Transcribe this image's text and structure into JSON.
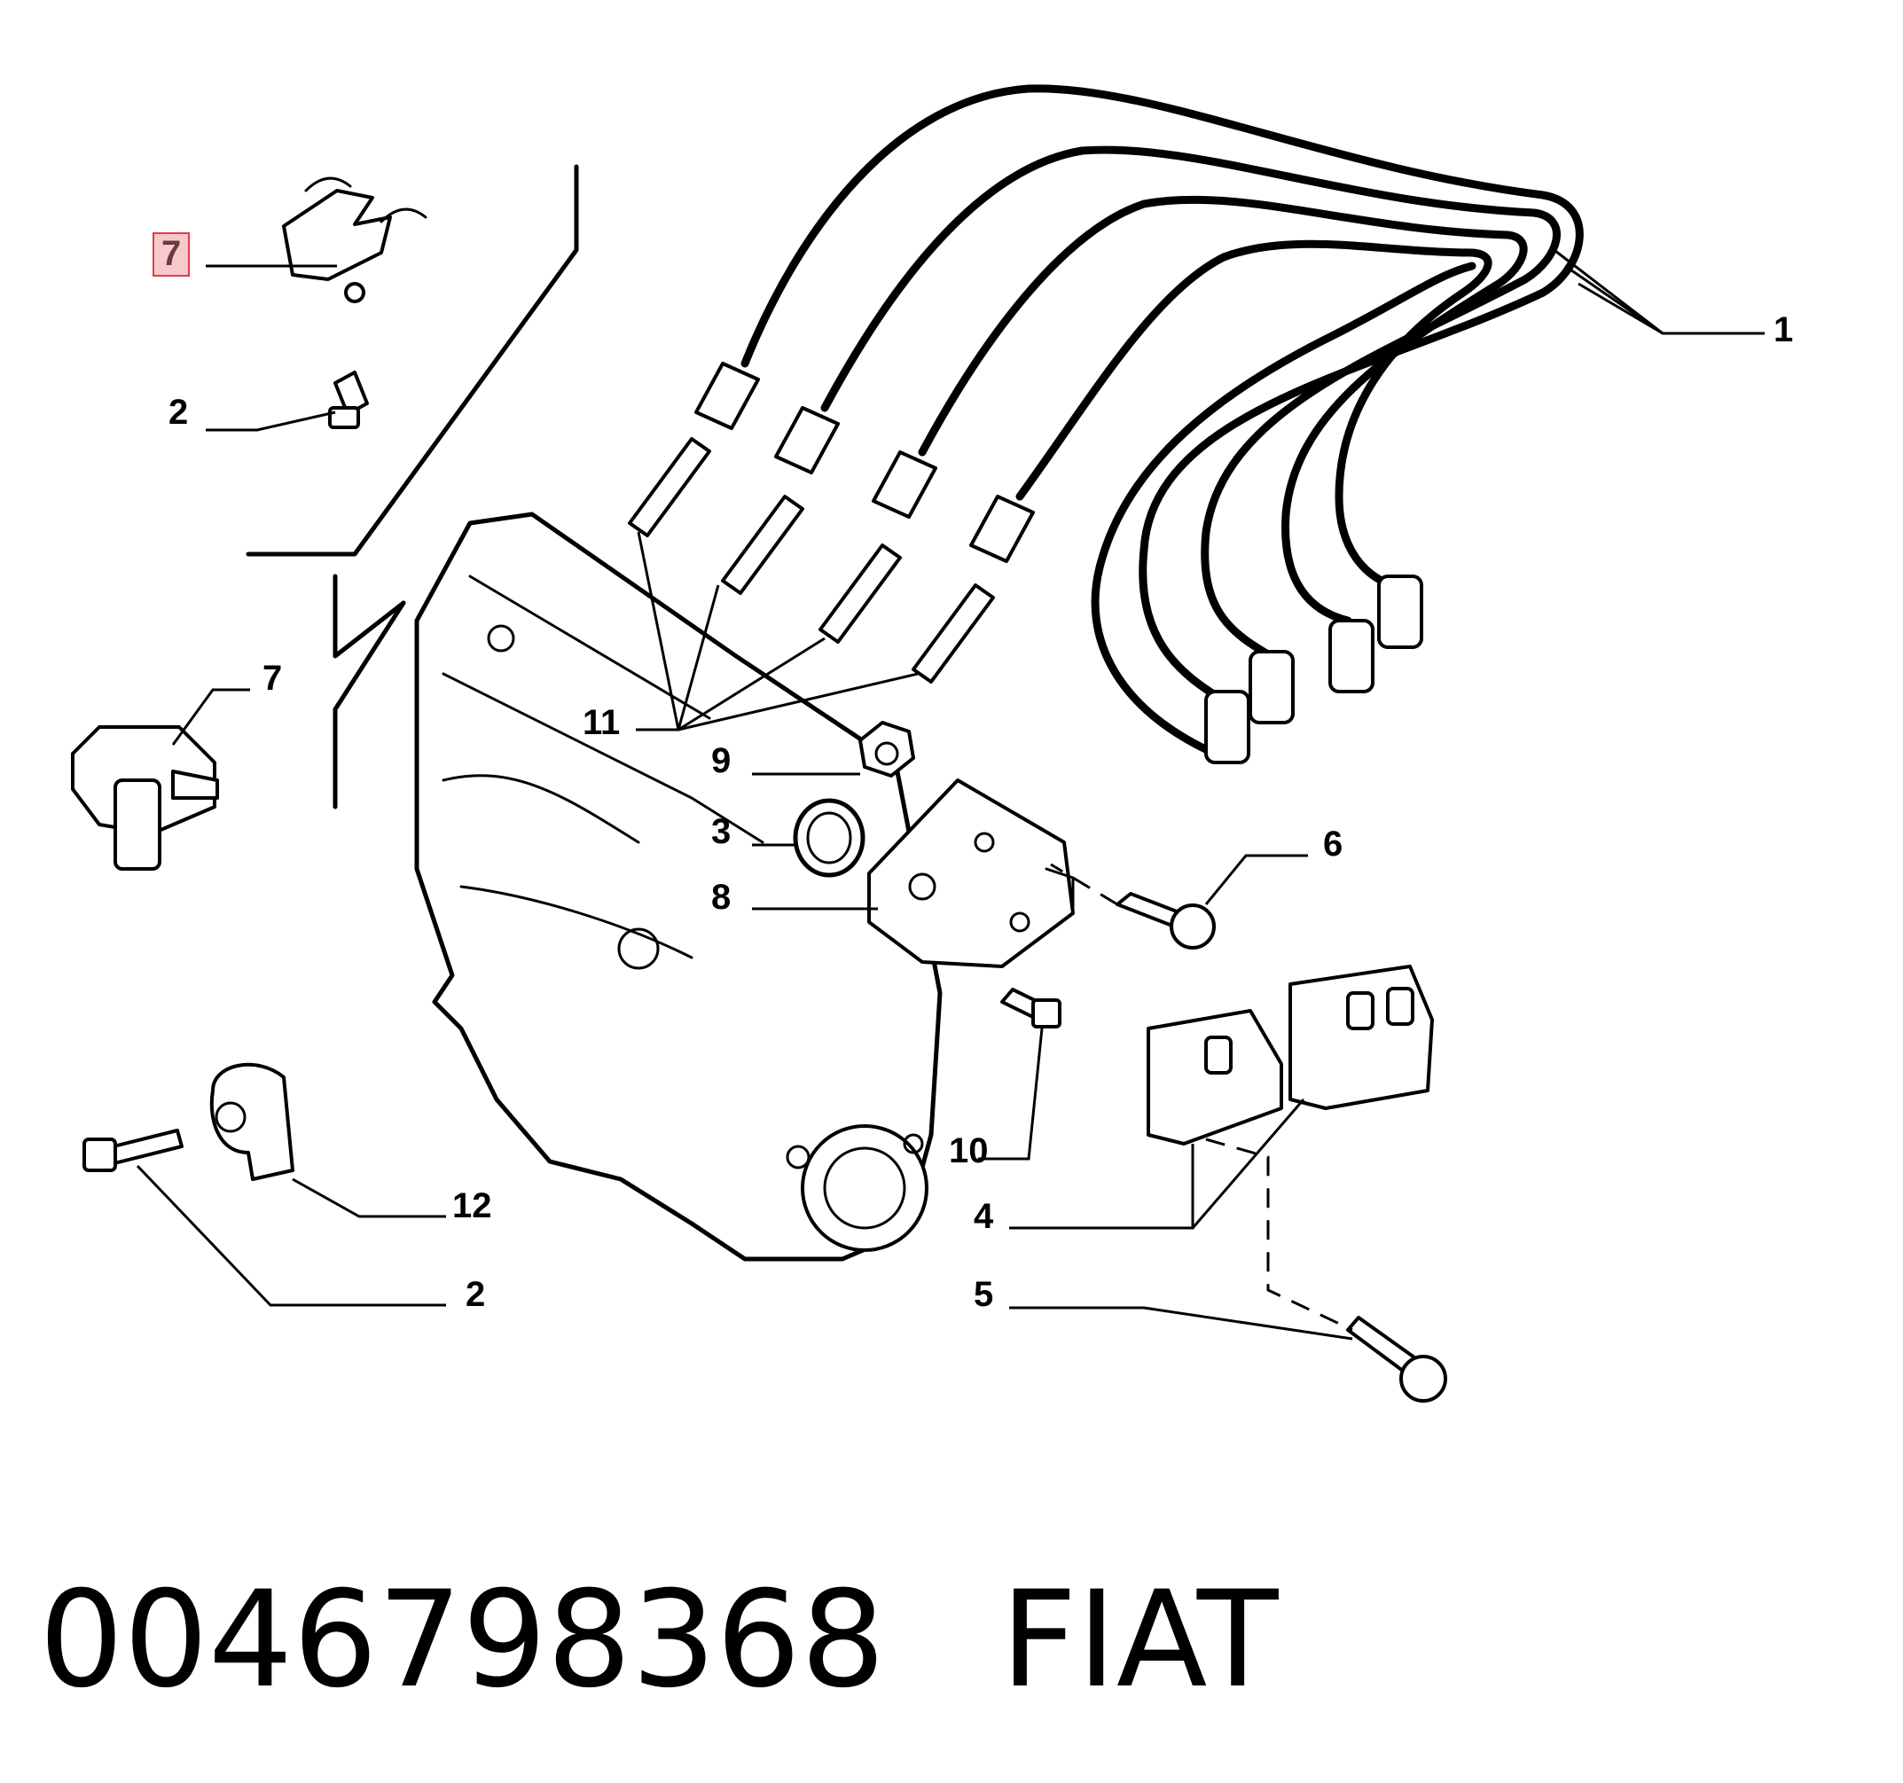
{
  "callouts": [
    {
      "id": "c7a",
      "label": "7",
      "highlighted": true
    },
    {
      "id": "c2a",
      "label": "2"
    },
    {
      "id": "c1",
      "label": "1"
    },
    {
      "id": "c7b",
      "label": "7"
    },
    {
      "id": "c11",
      "label": "11"
    },
    {
      "id": "c9",
      "label": "9"
    },
    {
      "id": "c3",
      "label": "3"
    },
    {
      "id": "c8",
      "label": "8"
    },
    {
      "id": "c6",
      "label": "6"
    },
    {
      "id": "c10",
      "label": "10"
    },
    {
      "id": "c12",
      "label": "12"
    },
    {
      "id": "c4",
      "label": "4"
    },
    {
      "id": "c2b",
      "label": "2"
    },
    {
      "id": "c5",
      "label": "5"
    }
  ],
  "footer": {
    "part_number": "0046798368",
    "brand": "FIAT"
  },
  "colors": {
    "highlight_border": "#e23b4a",
    "highlight_fill": "#f6c9cd",
    "ink": "#000000"
  }
}
